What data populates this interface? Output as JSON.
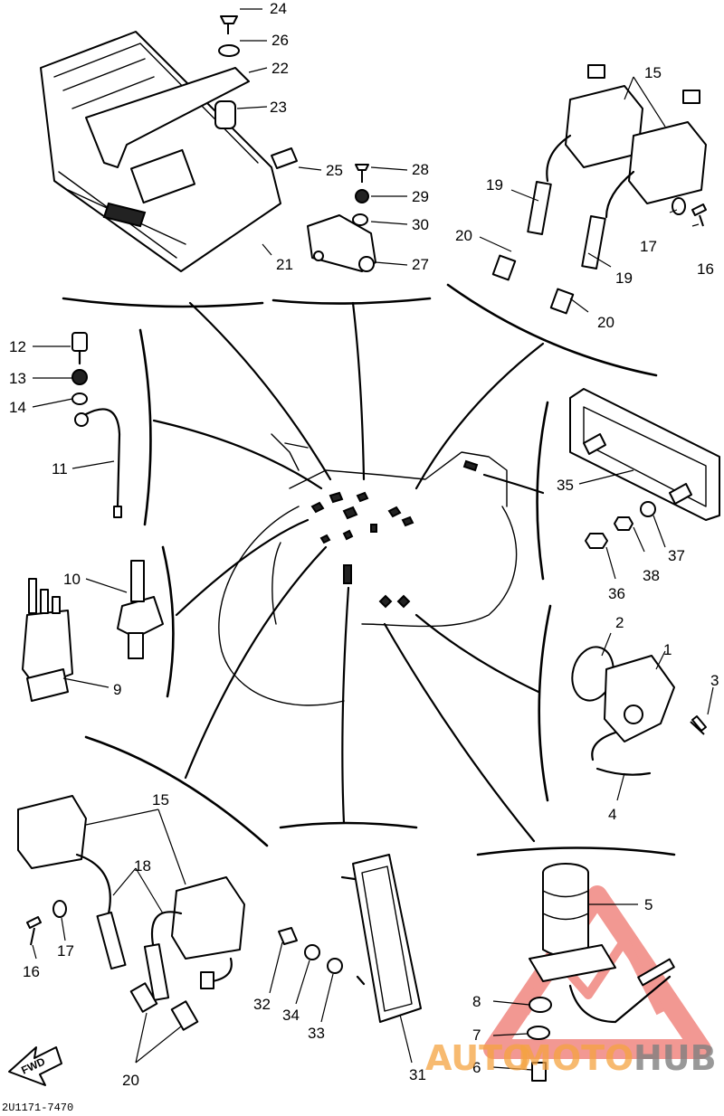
{
  "diagram": {
    "part_numbers": [
      "1",
      "2",
      "3",
      "4",
      "5",
      "6",
      "7",
      "8",
      "9",
      "10",
      "11",
      "12",
      "13",
      "14",
      "15",
      "16",
      "17",
      "18",
      "19",
      "20",
      "21",
      "22",
      "23",
      "24",
      "25",
      "26",
      "27",
      "28",
      "29",
      "30",
      "31",
      "32",
      "33",
      "34",
      "35",
      "36",
      "37",
      "38"
    ],
    "fwd_label": "FWD",
    "drawing_code": "2U1171-7470"
  },
  "watermark": {
    "text_orange": "AUTO",
    "text_mid": "MOTO",
    "text_gray": "HUB",
    "color_red": "#e8443a",
    "color_orange": "#f4a340",
    "color_gray": "#808080"
  }
}
